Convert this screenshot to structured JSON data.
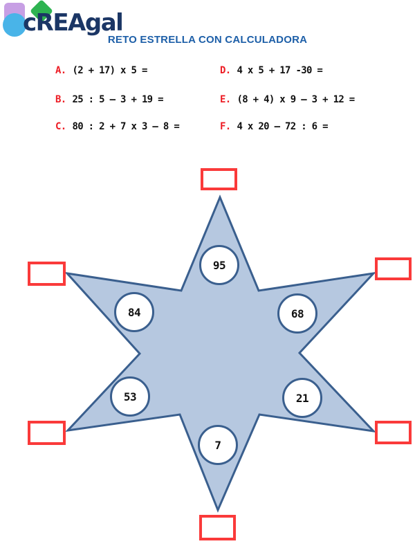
{
  "logo": {
    "text": "cREAgal",
    "colors": {
      "square": "#c79fe4",
      "diamond": "#2eb351",
      "circle": "#49b4e8",
      "text": "#1b3665"
    }
  },
  "title": "RETO ESTRELLA CON CALCULADORA",
  "title_color": "#1d5fa8",
  "problems": [
    {
      "label": "A.",
      "expression": "(2 + 17) x 5 ="
    },
    {
      "label": "B.",
      "expression": "25 : 5 – 3 + 19 ="
    },
    {
      "label": "C.",
      "expression": "80 : 2 + 7 x 3 – 8 ="
    },
    {
      "label": "D.",
      "expression": "4 x 5 + 17 -30 ="
    },
    {
      "label": "E.",
      "expression": "(8 + 4) x 9 – 3 + 12 ="
    },
    {
      "label": "F.",
      "expression": "4 x 20 – 72 : 6 ="
    }
  ],
  "label_color": "#ed1c24",
  "star": {
    "fill": "#b6c8e0",
    "stroke": "#3a5f8e",
    "answer_box_color": "#fa3a3a",
    "circles": [
      {
        "position": "top",
        "value": "95"
      },
      {
        "position": "upper-left",
        "value": "84"
      },
      {
        "position": "upper-right",
        "value": "68"
      },
      {
        "position": "lower-left",
        "value": "53"
      },
      {
        "position": "lower-right",
        "value": "21"
      },
      {
        "position": "bottom",
        "value": "7"
      }
    ]
  }
}
